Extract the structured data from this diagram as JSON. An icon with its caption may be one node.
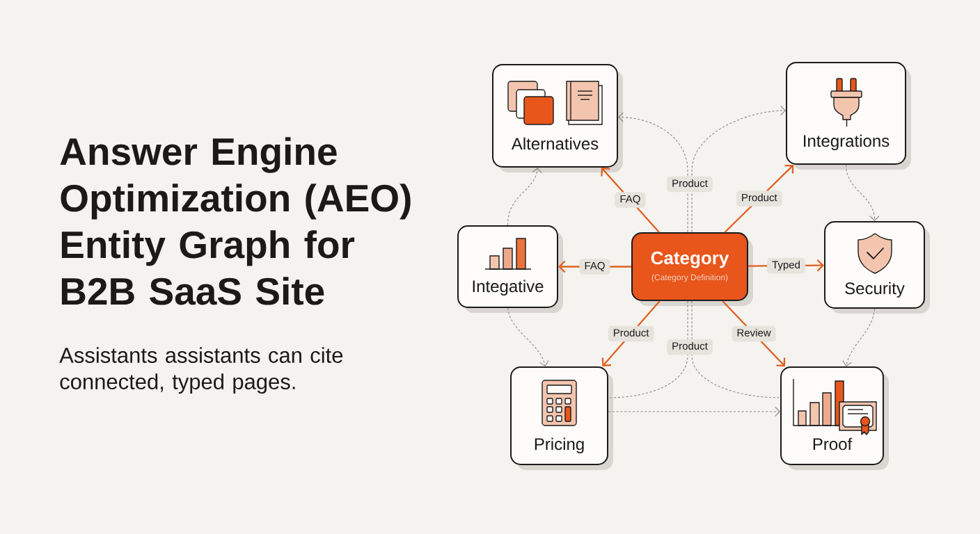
{
  "diagram": {
    "title": "Answer Engine Optimization (AEO) Entity Graph for B2B SaaS Site",
    "caption": "Assistants assistants can cite connected, typed pages.",
    "nodes": [
      {
        "text": [
          "Alternatives"
        ]
      },
      {
        "text": [
          "Integrations"
        ]
      },
      {
        "text": [
          "Integative"
        ]
      },
      {
        "text": [
          "Category",
          "(Category Definition)"
        ]
      },
      {
        "text": [
          "Security"
        ]
      },
      {
        "text": [
          "Pricing"
        ]
      },
      {
        "text": [
          "Proof"
        ]
      }
    ],
    "edges": [
      {
        "from": 3,
        "to": 0,
        "arrow": "to",
        "label": "FAQ",
        "color": "#e2601f"
      },
      {
        "from": 3,
        "to": 1,
        "arrow": "to",
        "label": "Product",
        "color": "#e2601f"
      },
      {
        "from": 3,
        "to": 2,
        "arrow": "to",
        "label": "FAQ",
        "color": "#e2601f"
      },
      {
        "from": 3,
        "to": 4,
        "arrow": "to",
        "label": "Typed",
        "color": "#e2601f"
      },
      {
        "from": 3,
        "to": 5,
        "arrow": "to",
        "label": "Product",
        "color": "#e2601f"
      },
      {
        "from": 3,
        "to": 6,
        "arrow": "to",
        "label": "Review",
        "color": "#e2601f"
      },
      {
        "from": 3,
        "to": 0,
        "arrow": "to",
        "label": "Product",
        "style": "dashed"
      },
      {
        "from": 3,
        "to": 1,
        "arrow": "to",
        "style": "dashed"
      },
      {
        "from": 3,
        "to": 5,
        "arrow": "none",
        "label": "Product",
        "style": "dashed"
      },
      {
        "from": 3,
        "to": 6,
        "arrow": "none",
        "style": "dashed"
      },
      {
        "from": 2,
        "to": 0,
        "arrow": "to",
        "style": "dashed"
      },
      {
        "from": 2,
        "to": 5,
        "arrow": "to",
        "style": "dashed"
      },
      {
        "from": 1,
        "to": 4,
        "arrow": "to",
        "style": "dashed"
      },
      {
        "from": 4,
        "to": 6,
        "arrow": "to",
        "style": "dashed"
      },
      {
        "from": 5,
        "to": 6,
        "arrow": "to",
        "style": "dashed"
      }
    ]
  }
}
